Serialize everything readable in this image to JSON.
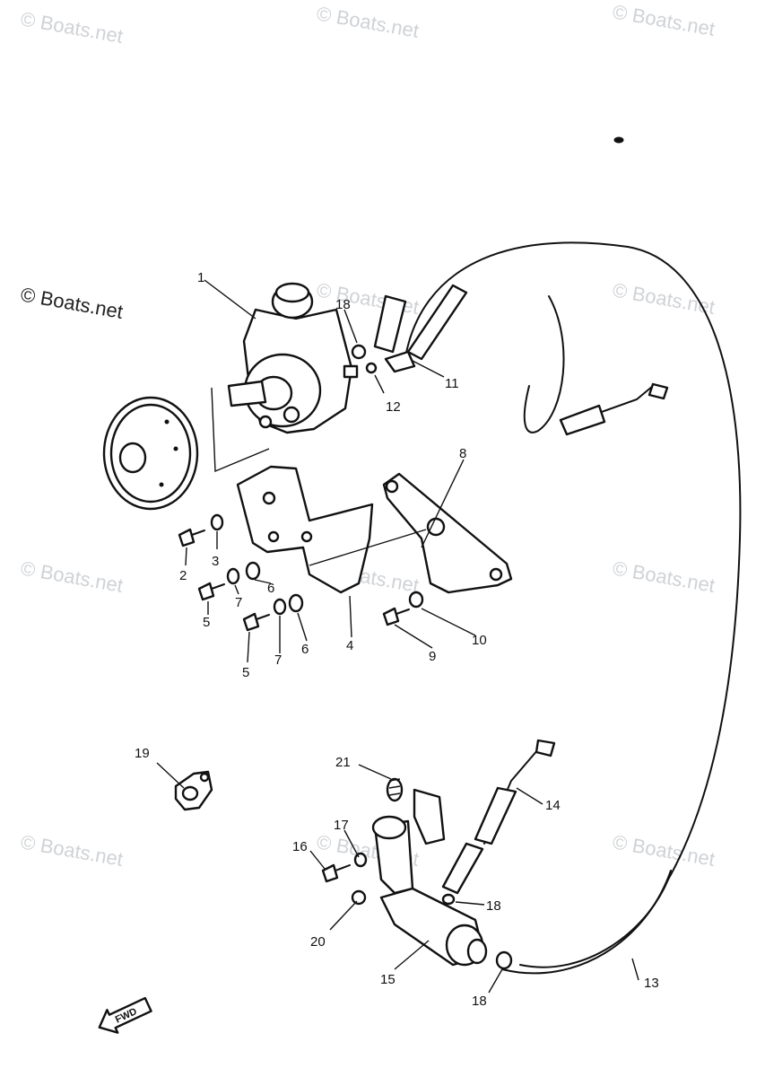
{
  "watermark": "© Boats.net",
  "fwd_label": "FWD",
  "callouts": {
    "c1": "1",
    "c2": "2",
    "c3": "3",
    "c4": "4",
    "c5a": "5",
    "c5b": "5",
    "c6a": "6",
    "c6b": "6",
    "c7a": "7",
    "c7b": "7",
    "c8": "8",
    "c9": "9",
    "c10": "10",
    "c11": "11",
    "c12": "12",
    "c13": "13",
    "c14": "14",
    "c15": "15",
    "c16": "16",
    "c17": "17",
    "c18a": "18",
    "c18b": "18",
    "c18c": "18",
    "c19": "19",
    "c20": "20",
    "c21": "21"
  }
}
